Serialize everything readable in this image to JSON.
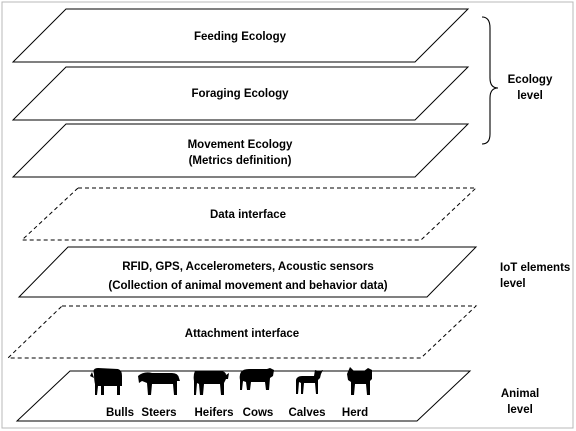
{
  "layers": {
    "feeding": {
      "line1": "Feeding Ecology"
    },
    "foraging": {
      "line1": "Foraging Ecology"
    },
    "movement": {
      "line1": "Movement Ecology",
      "line2": "(Metrics definition)"
    },
    "data_interface": {
      "line1": "Data interface"
    },
    "iot": {
      "line1": "RFID, GPS, Accelerometers, Acoustic sensors",
      "line2": "(Collection of animal movement and behavior data)"
    },
    "attachment_interface": {
      "line1": "Attachment interface"
    }
  },
  "levels": {
    "ecology": {
      "line1": "Ecology",
      "line2": "level"
    },
    "iot": {
      "line1": "IoT elements",
      "line2": "level"
    },
    "animal": {
      "line1": "Animal",
      "line2": "level"
    }
  },
  "animals": {
    "bulls": "Bulls",
    "steers": "Steers",
    "heifers": "Heifers",
    "cows": "Cows",
    "calves": "Calves",
    "herd": "Herd"
  }
}
